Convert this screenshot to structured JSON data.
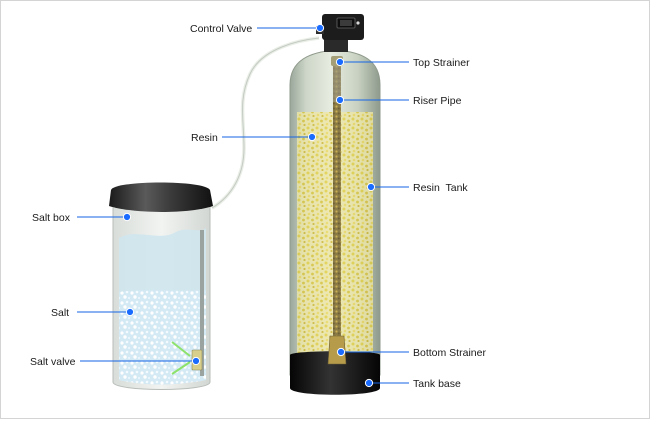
{
  "labels": {
    "control_valve": "Control Valve",
    "top_strainer": "Top Strainer",
    "riser_pipe": "Riser Pipe",
    "resin": "Resin",
    "resin_tank": "Resin  Tank",
    "salt_box": "Salt box",
    "salt": "Salt",
    "salt_valve": "Salt valve",
    "bottom_strainer": "Bottom Strainer",
    "tank_base": "Tank base"
  },
  "colors": {
    "pointer_line": "#1565e6",
    "pointer_dot": "#1a6bff",
    "resin_beads": "#e8d84a",
    "tank_base": "#111111",
    "salt_water": "#cfe8f5"
  }
}
